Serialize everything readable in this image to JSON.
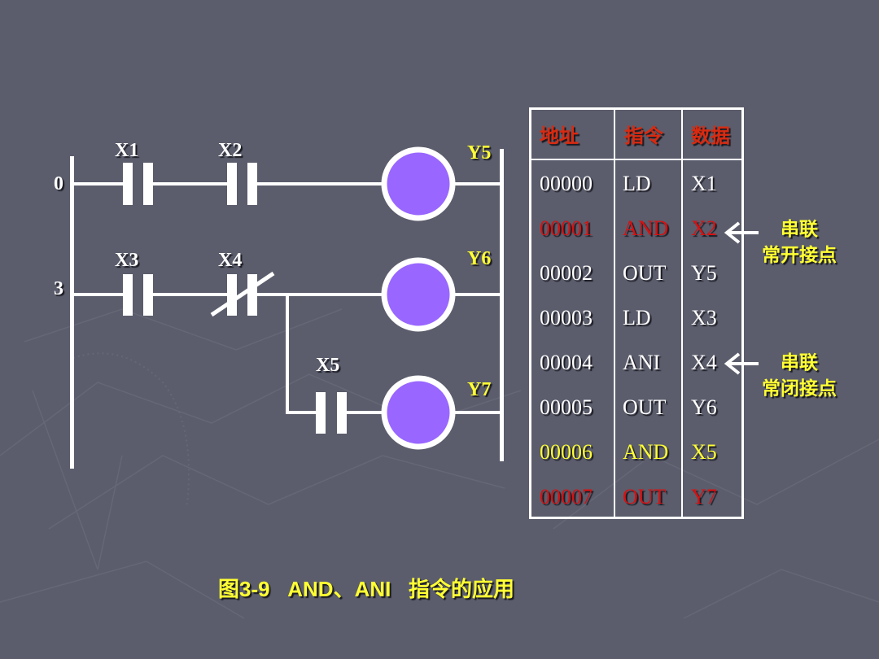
{
  "diagram": {
    "rung_numbers": [
      "0",
      "3"
    ],
    "contacts": [
      {
        "id": "X1",
        "type": "normally-open"
      },
      {
        "id": "X2",
        "type": "normally-open"
      },
      {
        "id": "X3",
        "type": "normally-open"
      },
      {
        "id": "X4",
        "type": "normally-closed"
      },
      {
        "id": "X5",
        "type": "normally-open"
      }
    ],
    "coils": [
      {
        "id": "Y5"
      },
      {
        "id": "Y6"
      },
      {
        "id": "Y7"
      }
    ],
    "colors": {
      "background": "#5b5d6c",
      "wire": "#ffffff",
      "coil_fill": "#9966ff",
      "highlight_red": "#d92a10",
      "highlight_yellow": "#ffff33"
    }
  },
  "table": {
    "headers": [
      "地址",
      "指令",
      "数据"
    ],
    "rows": [
      {
        "address": "00000",
        "instruction": "LD",
        "data": "X1",
        "color": "#ffffff"
      },
      {
        "address": "00001",
        "instruction": "AND",
        "data": "X2",
        "color": "#d91010"
      },
      {
        "address": "00002",
        "instruction": "OUT",
        "data": "Y5",
        "color": "#ffffff"
      },
      {
        "address": "00003",
        "instruction": "LD",
        "data": "X3",
        "color": "#ffffff"
      },
      {
        "address": "00004",
        "instruction": "ANI",
        "data": "X4",
        "color": "#ffffff"
      },
      {
        "address": "00005",
        "instruction": "OUT",
        "data": "Y6",
        "color": "#ffffff"
      },
      {
        "address": "00006",
        "instruction": "AND",
        "data": "X5",
        "color": "#ffff33"
      },
      {
        "address": "00007",
        "instruction": "OUT",
        "data": "Y7",
        "color": "#d91010"
      }
    ]
  },
  "annotations": [
    {
      "line1": "串联",
      "line2": "常开接点",
      "points_to": "X2"
    },
    {
      "line1": "串联",
      "line2": "常闭接点",
      "points_to": "X4"
    }
  ],
  "caption": "图3-9   AND、ANI   指令的应用"
}
